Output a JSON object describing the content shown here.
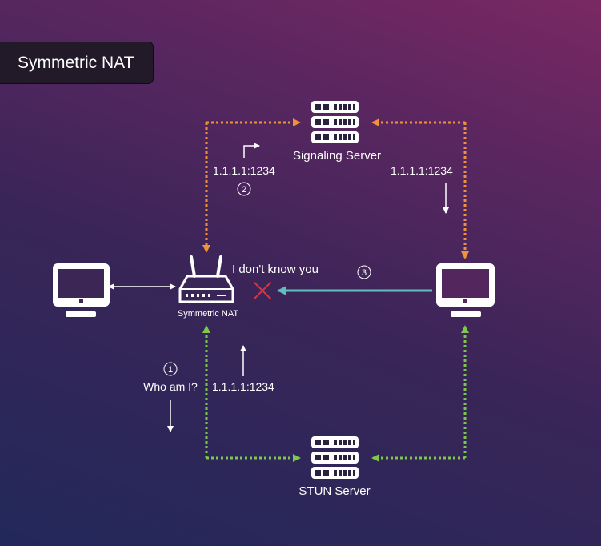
{
  "title": "Symmetric NAT",
  "nodes": {
    "signaling_server": "Signaling Server",
    "stun_server": "STUN Server",
    "nat_router": "Symmetric NAT"
  },
  "labels": {
    "step1_number": "1",
    "step1_text": "Who am I?",
    "step2_number": "2",
    "step3_number": "3",
    "stun_reply_address": "1.1.1.1:1234",
    "nat_to_signaling_address": "1.1.1.1:1234",
    "signaling_to_peer_address": "1.1.1.1:1234",
    "rejection": "I don't know you"
  },
  "colors": {
    "signaling_link": "#f0923a",
    "stun_link": "#7cc84a",
    "peer_attempt": "#5fbfc0",
    "blocked": "#e0303a"
  },
  "icons": [
    "desktop-icon",
    "router-icon",
    "server-icon",
    "blocked-x-icon",
    "arrow-icon"
  ]
}
